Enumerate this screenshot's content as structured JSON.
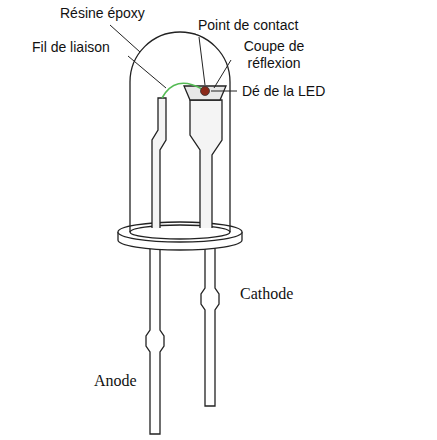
{
  "diagram": {
    "labels": [
      "Résine époxy",
      "Point de contact",
      "Fil de liaison",
      "Coupe de réflexion",
      "Dé de la LED",
      "Cathode",
      "Anode"
    ]
  }
}
